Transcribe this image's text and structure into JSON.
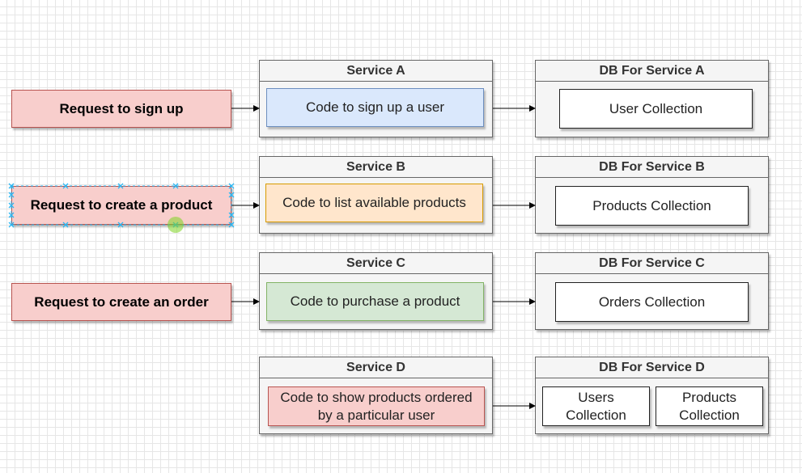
{
  "colors": {
    "request_fill": "#f8cecc",
    "blue_fill": "#dae8fc",
    "orange_fill": "#ffe6cc",
    "green_fill": "#d5e8d4",
    "red_fill": "#f8cecc",
    "container_fill": "#f5f5f5",
    "selection_handle": "#29b6f2",
    "hover_dot": "#7ed321"
  },
  "requests": [
    {
      "label": "Request to sign up"
    },
    {
      "label": "Request to create a product"
    },
    {
      "label": "Request to create an order"
    }
  ],
  "services": [
    {
      "title": "Service A",
      "code": "Code to sign up a user"
    },
    {
      "title": "Service B",
      "code": "Code to list available products"
    },
    {
      "title": "Service C",
      "code": "Code to purchase a product"
    },
    {
      "title": "Service D",
      "code": "Code to show products ordered by a particular user"
    }
  ],
  "databases": [
    {
      "title": "DB For Service A",
      "collections": [
        "User Collection"
      ]
    },
    {
      "title": "DB For Service B",
      "collections": [
        "Products Collection"
      ]
    },
    {
      "title": "DB For Service C",
      "collections": [
        "Orders Collection"
      ]
    },
    {
      "title": "DB For Service D",
      "collections": [
        "Users Collection",
        "Products Collection"
      ]
    }
  ],
  "selected_shape": "Request to create a product"
}
